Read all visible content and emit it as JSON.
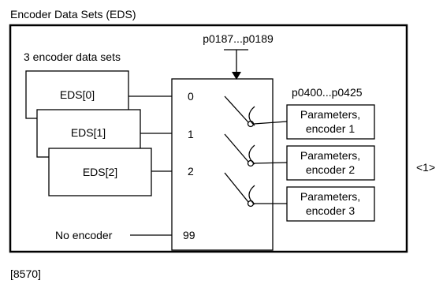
{
  "title": "Encoder Data Sets (EDS)",
  "sets_label": "3 encoder data sets",
  "param_top": "p0187...p0189",
  "param_right": "p0400...p0425",
  "eds": [
    "EDS[0]",
    "EDS[1]",
    "EDS[2]"
  ],
  "inputs": [
    "0",
    "1",
    "2",
    "99"
  ],
  "no_encoder": "No encoder",
  "encoders": [
    {
      "line1": "Parameters,",
      "line2": "encoder 1"
    },
    {
      "line1": "Parameters,",
      "line2": "encoder 2"
    },
    {
      "line1": "Parameters,",
      "line2": "encoder 3"
    }
  ],
  "note": "<1>",
  "footer": "[8570]"
}
